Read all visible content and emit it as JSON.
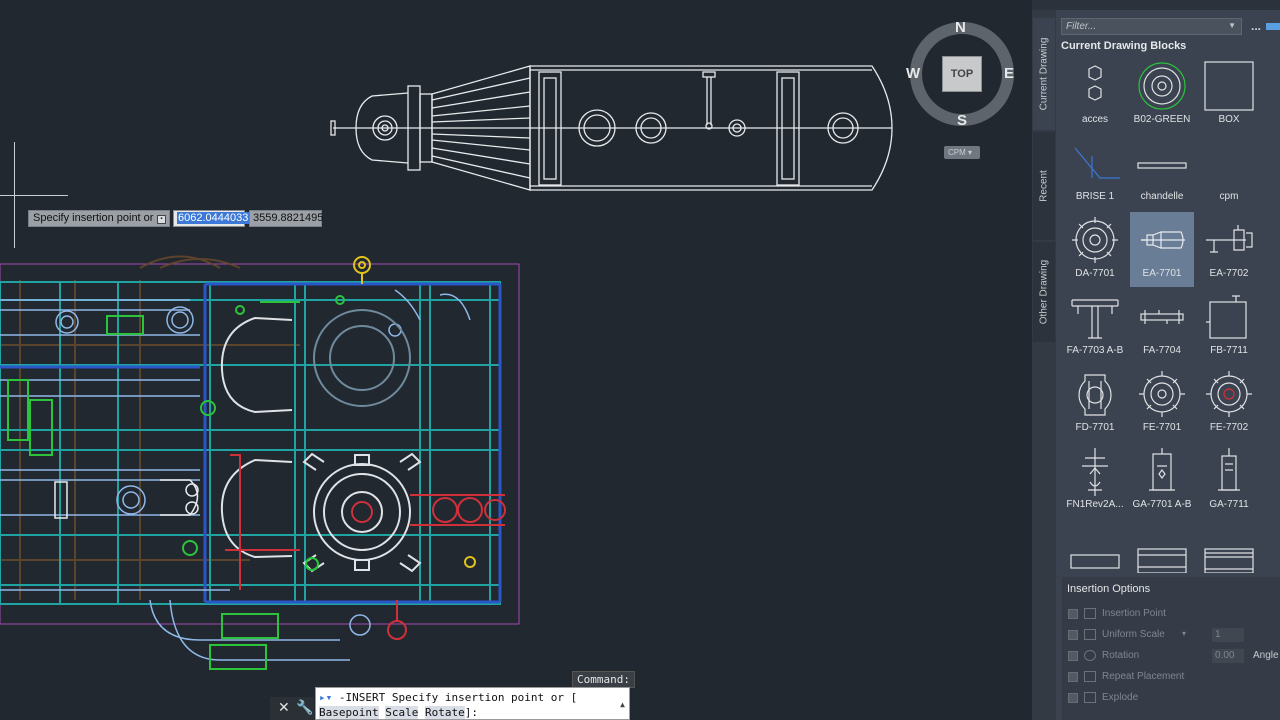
{
  "dynamic_input": {
    "prompt": "Specify insertion point or",
    "x_value": "6062.0444033",
    "y_value": "3559.8821495"
  },
  "viewcube": {
    "north": "N",
    "south": "S",
    "east": "E",
    "west": "W",
    "face": "TOP",
    "wcs": "CPM"
  },
  "command_line": {
    "label": "Command:",
    "line1": "-INSERT Specify insertion point or [",
    "opt_basepoint": "Basepoint",
    "opt_scale": "Scale",
    "opt_rotate": "Rotate",
    "line2_end": "]:"
  },
  "palette": {
    "tabs": [
      "Current Drawing",
      "Recent",
      "Other Drawing"
    ],
    "filter_placeholder": "Filter...",
    "blocks_title": "Current Drawing Blocks",
    "blocks": [
      {
        "name": "acces",
        "selected": false
      },
      {
        "name": "B02-GREEN",
        "selected": false
      },
      {
        "name": "BOX",
        "selected": false
      },
      {
        "name": "BRISE 1",
        "selected": false
      },
      {
        "name": "chandelle",
        "selected": false
      },
      {
        "name": "cpm",
        "selected": false
      },
      {
        "name": "DA-7701",
        "selected": false
      },
      {
        "name": "EA-7701",
        "selected": true
      },
      {
        "name": "EA-7702",
        "selected": false
      },
      {
        "name": "FA-7703 A-B",
        "selected": false
      },
      {
        "name": "FA-7704",
        "selected": false
      },
      {
        "name": "FB-7711",
        "selected": false
      },
      {
        "name": "FD-7701",
        "selected": false
      },
      {
        "name": "FE-7701",
        "selected": false
      },
      {
        "name": "FE-7702",
        "selected": false
      },
      {
        "name": "FN1Rev2A...",
        "selected": false
      },
      {
        "name": "GA-7701 A-B",
        "selected": false
      },
      {
        "name": "GA-7711",
        "selected": false
      },
      {
        "name": "",
        "selected": false
      },
      {
        "name": "",
        "selected": false
      },
      {
        "name": "",
        "selected": false
      }
    ],
    "insertion_options": {
      "title": "Insertion Options",
      "insertion_point": "Insertion Point",
      "uniform_scale": "Uniform Scale",
      "scale_value": "1",
      "rotation": "Rotation",
      "rotation_value": "0.00",
      "angle_label": "Angle",
      "repeat_placement": "Repeat Placement",
      "explode": "Explode"
    }
  }
}
